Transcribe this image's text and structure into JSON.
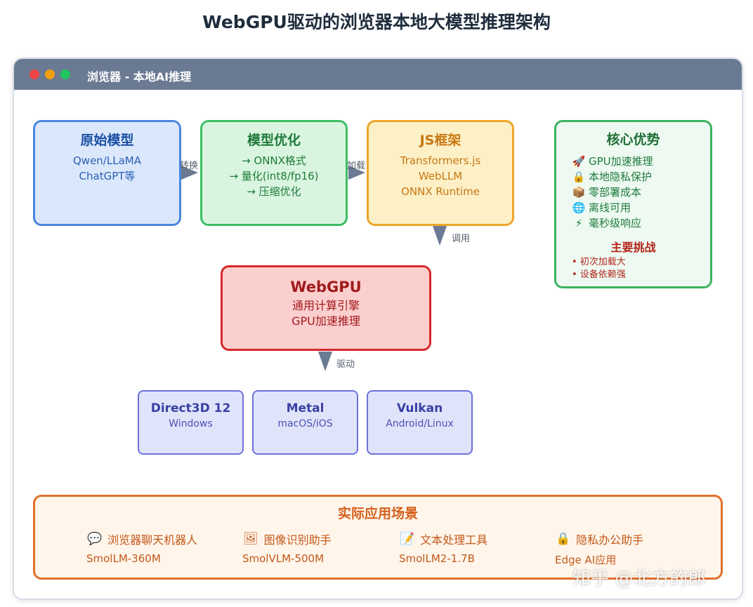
{
  "page": {
    "title": "WebGPU驱动的浏览器本地大模型推理架构",
    "window_title": "浏览器 - 本地AI推理",
    "watermark": "知乎 @北方的郎"
  },
  "colors": {
    "titlebar": "#6b7a93",
    "dot_red": "#ef4444",
    "dot_yellow": "#f59e0b",
    "dot_green": "#22c55e",
    "arrow": "#6b7a93"
  },
  "flow": {
    "original": {
      "title": "原始模型",
      "lines": [
        "Qwen/LLaMA",
        "ChatGPT等"
      ]
    },
    "optimize": {
      "title": "模型优化",
      "lines": [
        "→ ONNX格式",
        "→ 量化(int8/fp16)",
        "→ 压缩优化"
      ]
    },
    "framework": {
      "title": "JS框架",
      "lines": [
        "Transformers.js",
        "WebLLM",
        "ONNX Runtime"
      ]
    },
    "arrow_convert": "转换",
    "arrow_load": "加载",
    "arrow_call": "调用",
    "arrow_drive": "驱动"
  },
  "webgpu": {
    "title": "WebGPU",
    "lines": [
      "通用计算引擎",
      "GPU加速推理"
    ]
  },
  "backends": [
    {
      "name": "Direct3D 12",
      "platform": "Windows"
    },
    {
      "name": "Metal",
      "platform": "macOS/iOS"
    },
    {
      "name": "Vulkan",
      "platform": "Android/Linux"
    }
  ],
  "advantages": {
    "title": "核心优势",
    "items": [
      {
        "icon": "rocket-icon",
        "text": "GPU加速推理"
      },
      {
        "icon": "lock-icon",
        "text": "本地隐私保护"
      },
      {
        "icon": "box-icon",
        "text": "零部署成本"
      },
      {
        "icon": "globe-icon",
        "text": "离线可用"
      },
      {
        "icon": "lightning-icon",
        "text": "毫秒级响应"
      }
    ],
    "challenge_title": "主要挑战",
    "challenges": [
      "• 初次加载大",
      "• 设备依赖强"
    ]
  },
  "scenarios": {
    "title": "实际应用场景",
    "items": [
      {
        "icon": "chat-bubble-icon",
        "label": "浏览器聊天机器人",
        "model": "SmolLM-360M"
      },
      {
        "icon": "picture-icon",
        "label": "图像识别助手",
        "model": "SmolVLM-500M"
      },
      {
        "icon": "memo-icon",
        "label": "文本处理工具",
        "model": "SmolLM2-1.7B"
      },
      {
        "icon": "lock-icon",
        "label": "隐私办公助手",
        "model": "Edge AI应用"
      }
    ]
  }
}
